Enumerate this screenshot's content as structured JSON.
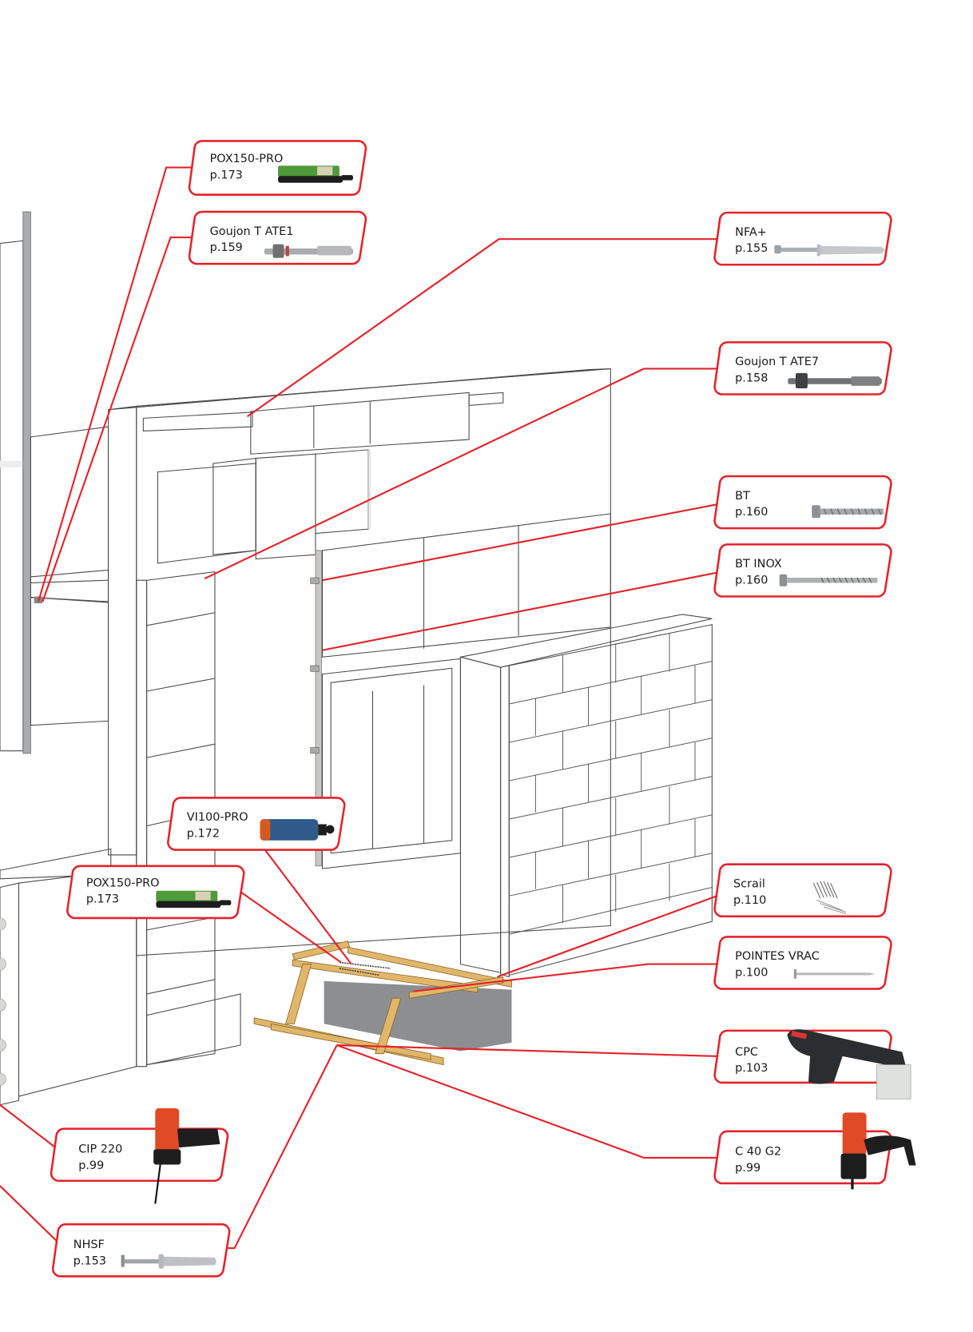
{
  "colors": {
    "accent": "#e3232b",
    "concrete": "#d9dbdc",
    "concrete_dark": "#c6c8ca",
    "insulation": "#f4ec9c",
    "timber": "#e2b66a",
    "cladding": "#d6d2cf"
  },
  "callouts": [
    {
      "id": "pox150-pro-top",
      "name": "POX150-PRO",
      "page": "p.173",
      "icon": "cartridge-green-icon"
    },
    {
      "id": "goujon-t-ate1",
      "name": "Goujon T ATE1",
      "page": "p.159",
      "icon": "wedge-anchor-icon"
    },
    {
      "id": "nfa-plus",
      "name": "NFA+",
      "page": "p.155",
      "icon": "frame-plug-icon"
    },
    {
      "id": "goujon-t-ate7",
      "name": "Goujon T ATE7",
      "page": "p.158",
      "icon": "wedge-anchor-dark-icon"
    },
    {
      "id": "bt",
      "name": "BT",
      "page": "p.160",
      "icon": "concrete-screw-icon"
    },
    {
      "id": "bt-inox",
      "name": "BT INOX",
      "page": "p.160",
      "icon": "concrete-screw-long-icon"
    },
    {
      "id": "vi100-pro",
      "name": "VI100-PRO",
      "page": "p.172",
      "icon": "cartridge-orange-icon"
    },
    {
      "id": "pox150-pro-mid",
      "name": "POX150-PRO",
      "page": "p.173",
      "icon": "cartridge-green-icon"
    },
    {
      "id": "scrail",
      "name": "Scrail",
      "page": "p.110",
      "icon": "nail-coil-icon"
    },
    {
      "id": "pointes-vrac",
      "name": "POINTES VRAC",
      "page": "p.100",
      "icon": "nail-icon"
    },
    {
      "id": "cpc",
      "name": "CPC",
      "page": "p.103",
      "icon": "powder-tool-icon"
    },
    {
      "id": "c40g2",
      "name": "C 40 G2",
      "page": "p.99",
      "icon": "gas-nailer-icon"
    },
    {
      "id": "cip220",
      "name": "CIP 220",
      "page": "p.99",
      "icon": "gas-nailer-icon"
    },
    {
      "id": "nhsf",
      "name": "NHSF",
      "page": "p.153",
      "icon": "nail-plug-icon"
    }
  ]
}
